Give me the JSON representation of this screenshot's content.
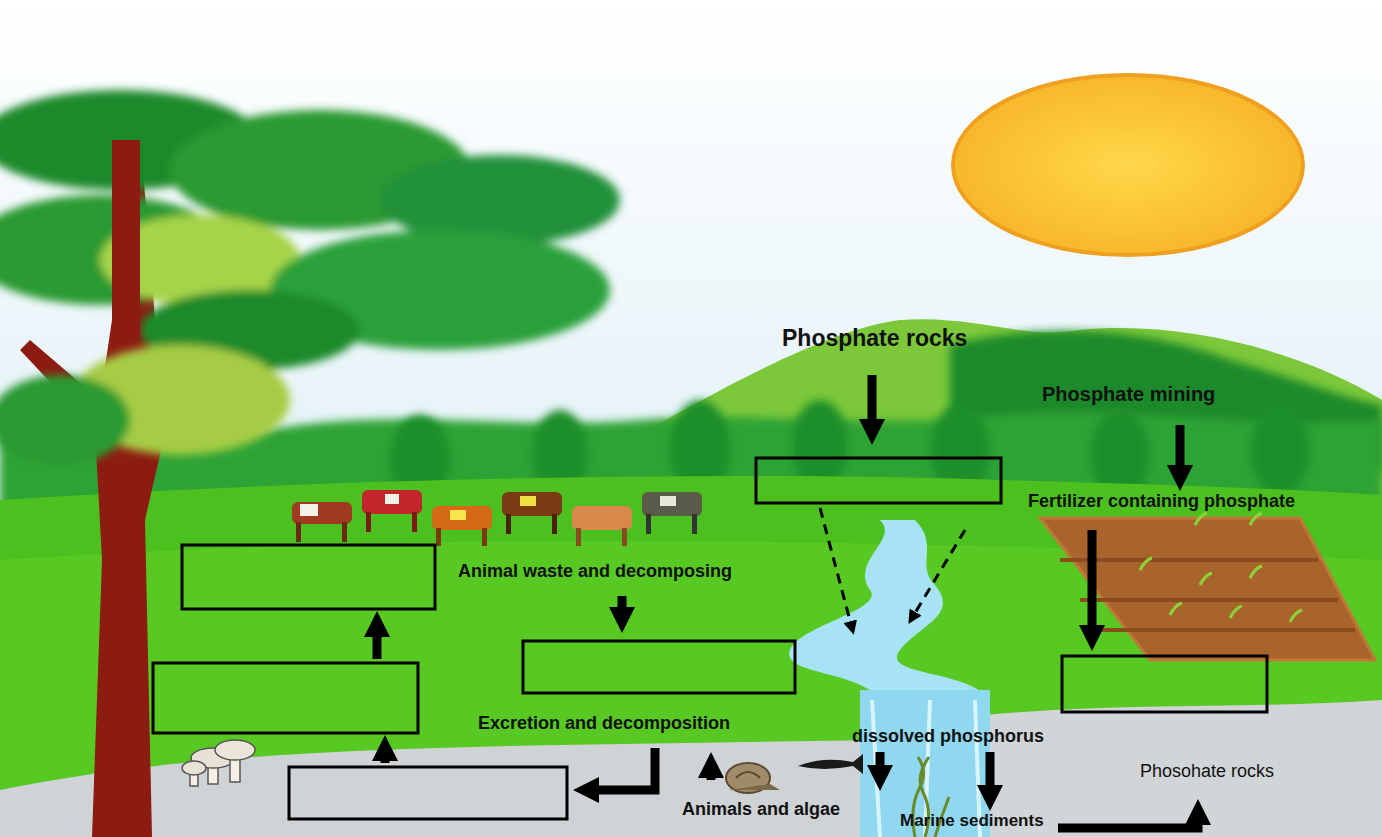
{
  "diagram": {
    "labels": [
      "Phosphate rocks",
      "Phosphate mining",
      "Fertilizer containing phosphate",
      "Animal waste and decomposing",
      "Excretion and decomposition",
      "dissolved phosphorus",
      "Animals and algae",
      "Marine sediments",
      "Phosohate rocks"
    ]
  }
}
